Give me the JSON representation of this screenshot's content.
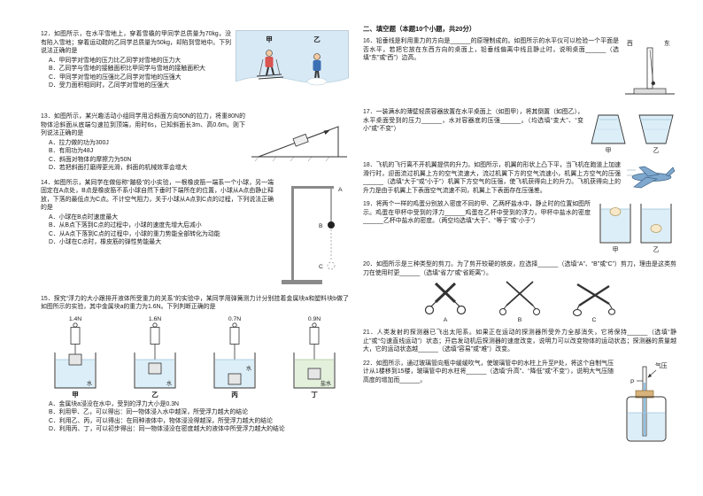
{
  "exam": {
    "left": {
      "q12": {
        "stem": "12．如图所示，在水平雪地上，穿着雪橇的甲同学总质量为70kg，没有陷入雪地；穿着运动鞋的乙同学总质量为50kg，却陷到雪地中。下列说法正确的是",
        "options": [
          "A．甲同学对雪地的压力比乙同学对雪地的压力大",
          "B．乙同学与雪地的接触面积比甲同学与雪地的接触面积大",
          "C．甲同学对雪地的压强比乙同学对雪地的压强大",
          "D．受力面积相同时，乙同学对雪地的压强大"
        ],
        "fig": {
          "jia": "甲",
          "yi": "乙"
        }
      },
      "q13": {
        "stem": "13．如图所示，某兴趣活动小组同学用沿斜面方向50N的拉力，将重80N的物体沿斜面从底端匀速拉到顶端，用时6s，已知斜面长3m、高0.6m。则下列说法正确的是",
        "options": [
          "A．拉力做的功为300J",
          "B．有用功为48J",
          "C．斜面对物体的摩擦力为50N",
          "D．若把斜面打磨得更光滑，斜面的机械效率会增大"
        ]
      },
      "q14": {
        "stem": "14．如图所示，某同学在做俗称“蹦极”的小实验，一根橡皮筋一端系一个小球，另一端固定在A点处，B点是橡皮筋不系小球自然下垂时下端所在的位置，小球从A点由静止释放，下落的最低点为C点。不计空气阻力，关于小球从A点到C点的过程，下列说法正确的是",
        "options": [
          "A．小球在B点时速度最大",
          "B．从B点下落到C点的过程中，小球的速度先增大后减小",
          "C．从A点下落到C点的过程中，小球的重力势能全部转化为动能",
          "D．小球在C点时，橡皮筋的弹性势能最大"
        ],
        "fig": {
          "a": "A",
          "b": "B",
          "c": "C"
        }
      },
      "q15": {
        "stem": "15．探究“浮力的大小跟排开液体所受重力的关系”的实验中，某同学用弹簧测力计分别挂着金属块a和塑料块b做了如图所示的实验，其中金属块a的重力为1.6N。下列判断正确的是",
        "options": [
          "A．金属块a浸没在水中，受到的浮力大小是0.3N",
          "B．利用甲、乙，可以得出：同一物体浸入水中越深，所受浮力越大的结论",
          "C．利用乙、丙，可以得出：在同种液体中，物体浸没得越深，所受浮力越大的结论",
          "D．利用丙、丁，可以初步得出：同一物体浸没在密度越大的液体中所受浮力越大的结论"
        ],
        "fig": {
          "groups": [
            {
              "reading": "1.4N",
              "label": "甲",
              "liquid": "水"
            },
            {
              "reading": "1.6N",
              "label": "乙",
              "liquid": "水"
            },
            {
              "reading": "0.7N",
              "label": "丙",
              "liquid": "水"
            },
            {
              "reading": "0.9N",
              "label": "丁",
              "liquid": "盐水"
            }
          ]
        }
      }
    },
    "right": {
      "section_title": "二、填空题（本题10个小题，共20分）",
      "q16": {
        "text": "16．铅垂线是利用重力的方向是______的原理制成的。如图所示的水平仪可以检验一个平面是否水平，若把它放在东西方向的桌面上，铅垂线偏离中线且静止时，说明桌面______（选填“东”或“西”）边高。",
        "fig": {
          "west": "西",
          "east": "东"
        }
      },
      "q17": {
        "text": "17．一装满水的薄壁轻质容器放置在水平桌面上（如图甲），将其倒置（如图乙），水平桌面受到的压力______，水对容器底的压强______。（均选填“变大”、“变小”或“不变”）",
        "fig": {
          "jia": "甲",
          "yi": "乙"
        }
      },
      "q18": {
        "text": "18．飞机的飞行离不开机翼提供的升力。如图所示，机翼的形状上凸下平，当飞机在跑道上加速滑行时，迎面流过机翼上方的空气流速大，流过机翼下方的空气流速小，机翼上方空气的压强______（选填“大于”或“小于”）机翼下方空气的压强，使飞机获得向上的升力。飞机获得向上的升力是由于机翼上下表面空气流速不同，机翼上下表面存在压强差。"
      },
      "q19": {
        "text": "19．将两个一样的鸡蛋分别放入密度不同的甲、乙两杯盐水中，静止时的位置如图所示。鸡蛋在甲杯中受到的浮力______鸡蛋在乙杯中受到的浮力，甲杯中盐水的密度______乙杯中盐水的密度。（两空均选填“大于”、“等于”或“小于”）",
        "fig": {
          "jia": "甲",
          "yi": "乙"
        }
      },
      "q20": {
        "text": "20．如图所示是三种类型的剪刀。为了剪开较硬的铁皮，应选择______（选填“A”、“B”或“C”）剪刀，理由是这类剪刀在使用时更______（选填“省力”或“省距离”）。",
        "fig": {
          "a": "A",
          "b": "B",
          "c": "C"
        }
      },
      "q21": {
        "text": "21．人类发射的探测器已飞出太阳系。如果正在运动的探测器所受外力全部消失，它将保持______（选填“静止”或“匀速直线运动”）状态；开启发动机后探测器的速度改变，说明力可以改变物体的运动状态；探测器的质量越大，它的运动状态越______（选填“容易”或“难”）改变。"
      },
      "q22": {
        "text": "22．如图所示，通过玻璃管向瓶中缓缓吹气，使玻璃管中的水柱上升至P处，将这个自制气压计从1楼移到15楼，玻璃管中的水柱将______（选填“升高”、“降低”或“不变”），说明大气压随高度的增加而______。",
        "fig": {
          "p": "P",
          "qiya": "气压"
        }
      }
    }
  }
}
